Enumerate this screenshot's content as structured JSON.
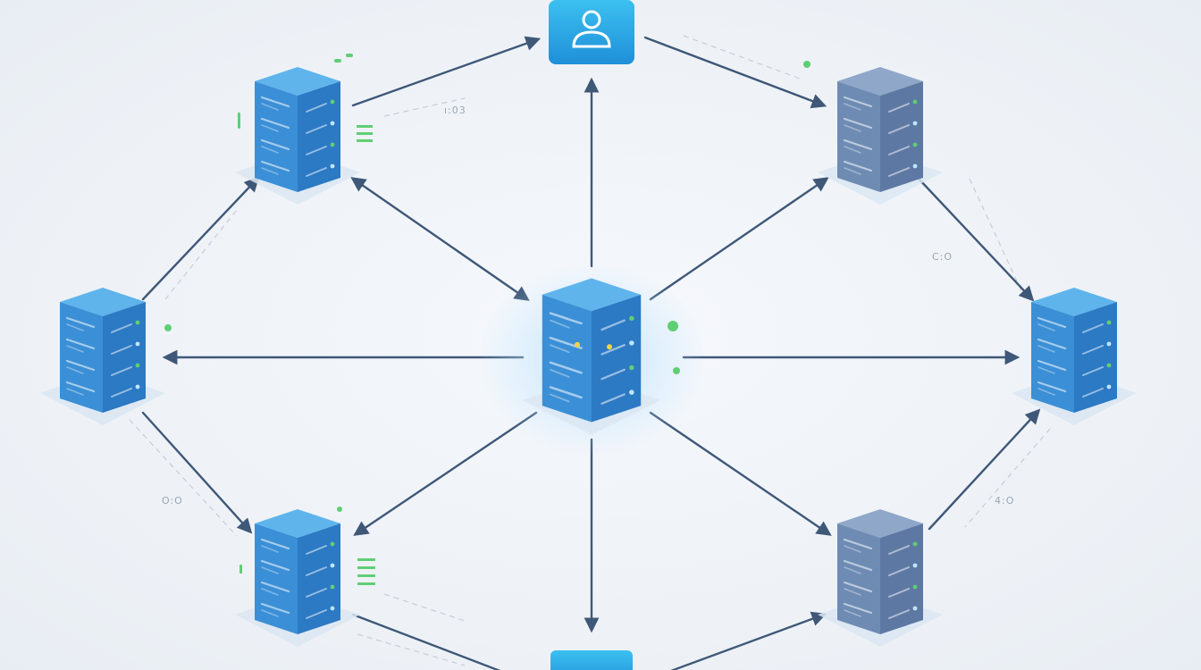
{
  "colors": {
    "background": "#eef2f7",
    "arrow": "#3f5878",
    "dashed": "#c4cdd8",
    "server_blue_top": "#5fb4ec",
    "server_blue_left": "#3b8fd6",
    "server_blue_right": "#2c79c4",
    "server_gray_top": "#8fa8c9",
    "server_gray_left": "#6e8bb3",
    "server_gray_right": "#5d79a3",
    "user_box": "#2aa8e6",
    "status_green": "#5fcf74"
  },
  "icons": {
    "user": "user-icon",
    "server": "server-icon"
  },
  "labels": {
    "top_center": "ı:03",
    "right_mid": "C:O",
    "left_low": "O:O",
    "right_low": "4:O"
  }
}
